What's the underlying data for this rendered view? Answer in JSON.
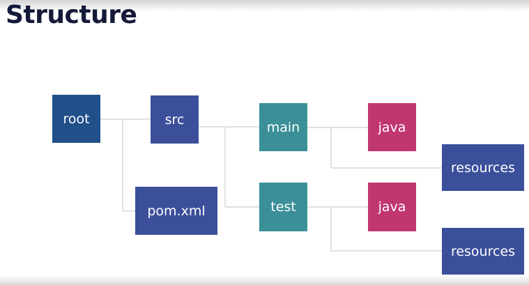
{
  "title": "Structure",
  "colors": {
    "dark_blue": "#204f8a",
    "blue": "#3b4f9b",
    "teal": "#3a8f98",
    "magenta": "#c0366f",
    "connector": "#cfcfcf",
    "title_text": "#141a3a"
  },
  "nodes": {
    "root": "root",
    "src": "src",
    "pom": "pom.xml",
    "main": "main",
    "test": "test",
    "main_java": "java",
    "main_resources": "resources",
    "test_java": "java",
    "test_resources": "resources"
  }
}
